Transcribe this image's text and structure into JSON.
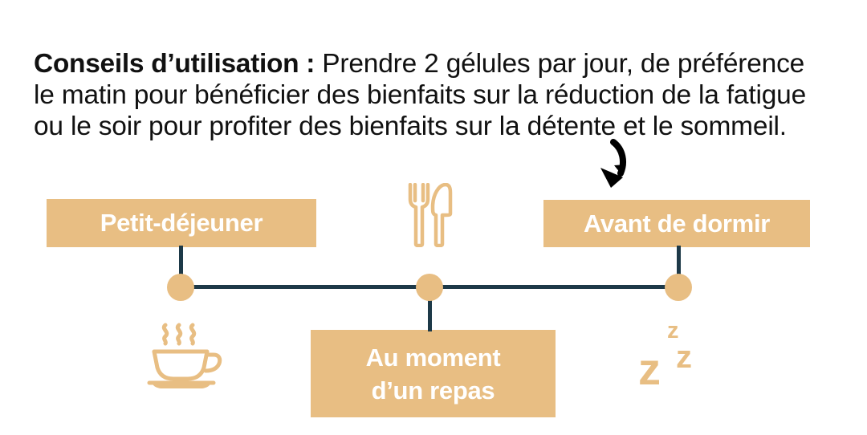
{
  "advice": {
    "label": "Conseils d’utilisation :",
    "body": " Prendre 2 gélules par jour, de préférence le matin pour bénéficier des bienfaits sur la réduction de la fatigue ou le soir pour profiter des bienfaits sur la détente et le sommeil."
  },
  "timeline": {
    "stops": [
      {
        "label": "Petit-déjeuner",
        "icon": "coffee-cup-icon",
        "position": "above"
      },
      {
        "label_line1": "Au moment",
        "label_line2": "d’un repas",
        "icon": "fork-knife-icon",
        "position": "below"
      },
      {
        "label": "Avant de dormir",
        "icon": "zzz-sleep-icon",
        "position": "above"
      }
    ],
    "zzz": {
      "small": "z",
      "mid": "z",
      "large": "z"
    }
  },
  "colors": {
    "accent_tan": "#e8be83",
    "line_navy": "#1d3948",
    "box_text": "#ffffff",
    "paragraph_text": "#111111",
    "arrow": "#000000",
    "background": "#ffffff"
  }
}
